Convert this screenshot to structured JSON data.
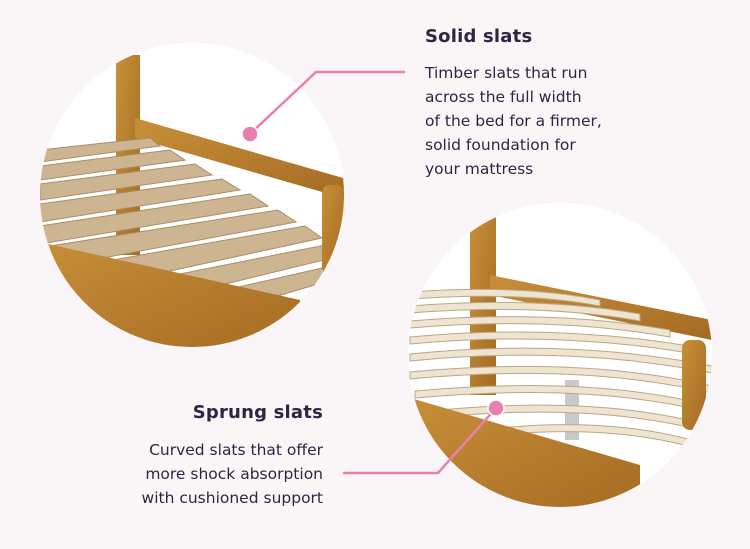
{
  "solid": {
    "title": "Solid slats",
    "lines": [
      "Timber slats that run",
      "across the full width",
      "of the bed for a firmer,",
      "solid foundation for",
      "your mattress"
    ]
  },
  "sprung": {
    "title": "Sprung slats",
    "lines": [
      "Curved slats that offer",
      "more shock absorption",
      "with cushioned support"
    ]
  },
  "colors": {
    "accent": "#e97fae",
    "text": "#2b2743",
    "wood": "#b9822f",
    "background": "#faf6f8"
  }
}
